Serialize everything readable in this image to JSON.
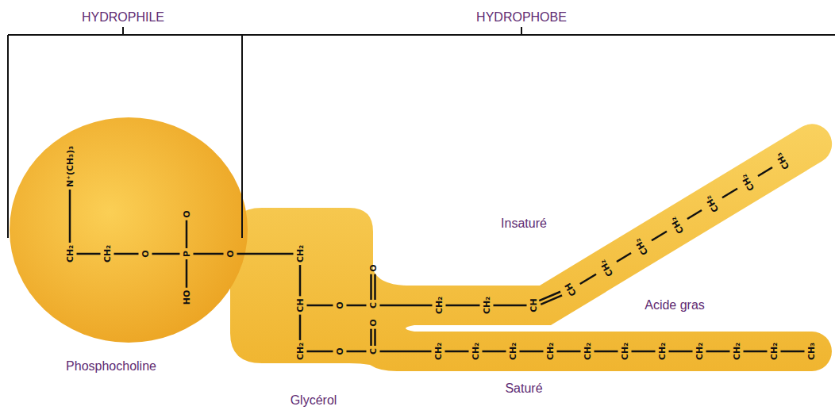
{
  "diagram": {
    "nodes": [
      {
        "text": [
          "Phosphocholine"
        ]
      },
      {
        "text": [
          "Glycérol"
        ]
      },
      {
        "text": [
          "Insaturé"
        ]
      },
      {
        "text": [
          "Saturé"
        ]
      }
    ],
    "labels": [
      "HYDROPHILE",
      "HYDROPHOBE",
      "Acide gras",
      "N⁺(CH₃)₃",
      "CH₂",
      "CH₂",
      "O",
      "P",
      "O",
      "HO",
      "O",
      "CH₂",
      "CH",
      "CH₂",
      "O",
      "C",
      "O",
      "O",
      "C",
      "O",
      "CH₂",
      "CH₂",
      "CH",
      "CH",
      "CH₂",
      "CH₂",
      "CH₂",
      "CH₂",
      "CH₂",
      "CH₃",
      "CH₂",
      "CH₂",
      "CH₂",
      "CH₂",
      "CH₂",
      "CH₂",
      "CH₂",
      "CH₂",
      "CH₂",
      "CH₂",
      "CH₃"
    ]
  }
}
